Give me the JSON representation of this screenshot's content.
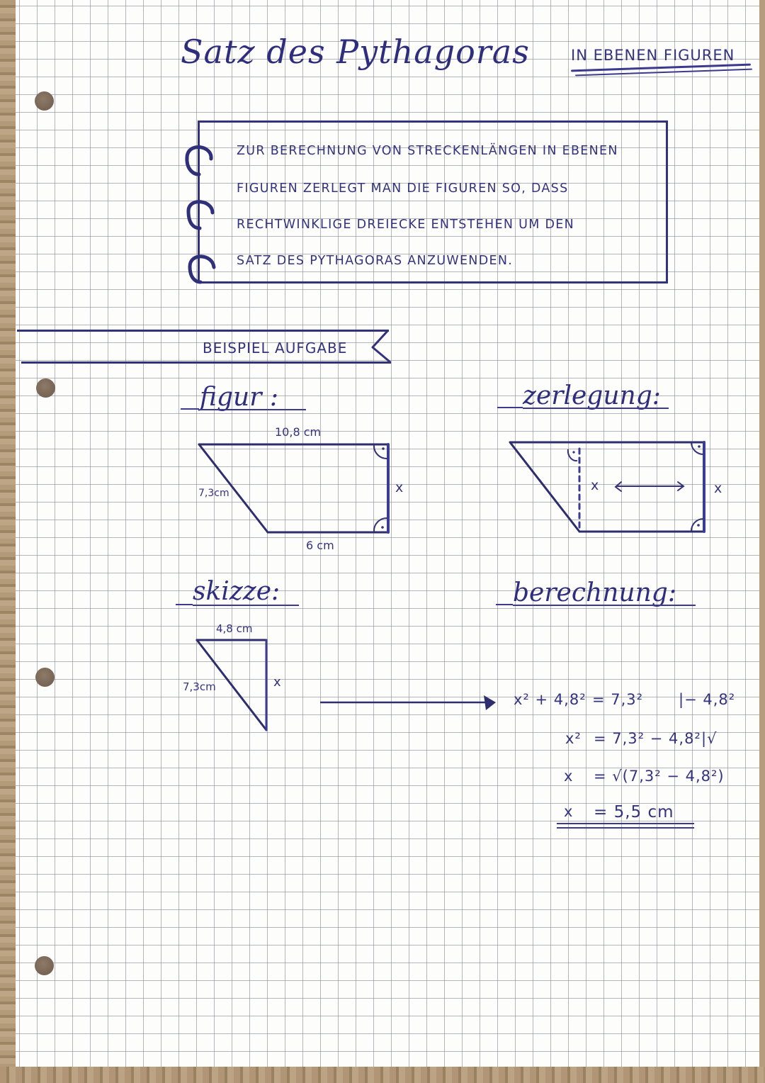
{
  "page": {
    "title_script": "Satz des Pythagoras",
    "title_caps": "IN EBENEN FIGUREN"
  },
  "definition": {
    "lines": [
      "ZUR BERECHNUNG VON STRECKENLÄNGEN IN EBENEN",
      "FIGUREN ZERLEGT MAN DIE FIGUREN SO, DASS",
      "RECHTWINKLIGE DREIECKE ENTSTEHEN UM DEN",
      "SATZ DES PYTHAGORAS ANZUWENDEN."
    ]
  },
  "example": {
    "banner": "BEISPIEL AUFGABE"
  },
  "figur": {
    "heading": "figur :",
    "top_side": "10,8 cm",
    "slant_side": "7,3cm",
    "bottom_side": "6 cm",
    "unknown": "x"
  },
  "zerlegung": {
    "heading": "zerlegung:",
    "left_x": "x",
    "right_x": "x",
    "arrow": "⟷"
  },
  "skizze": {
    "heading": "skizze:",
    "top_side": "4,8 cm",
    "hypotenuse": "7,3cm",
    "unknown": "x"
  },
  "berechnung": {
    "heading": "berechnung:",
    "steps": [
      {
        "lhs": "x² + 4,8²",
        "rhs": "= 7,3²",
        "op": "|− 4,8²"
      },
      {
        "lhs": "x²",
        "rhs": "= 7,3² − 4,8²",
        "op": "|√"
      },
      {
        "lhs": "x",
        "rhs": "= √(7,3² − 4,8²)",
        "op": ""
      },
      {
        "lhs": "x",
        "rhs": "= 5,5 cm",
        "op": ""
      }
    ],
    "result": "5,5 cm"
  },
  "colors": {
    "ink": "#33327c",
    "paper": "#fdfdfb",
    "grid": "#787d87",
    "desk": "#a88e6e"
  }
}
